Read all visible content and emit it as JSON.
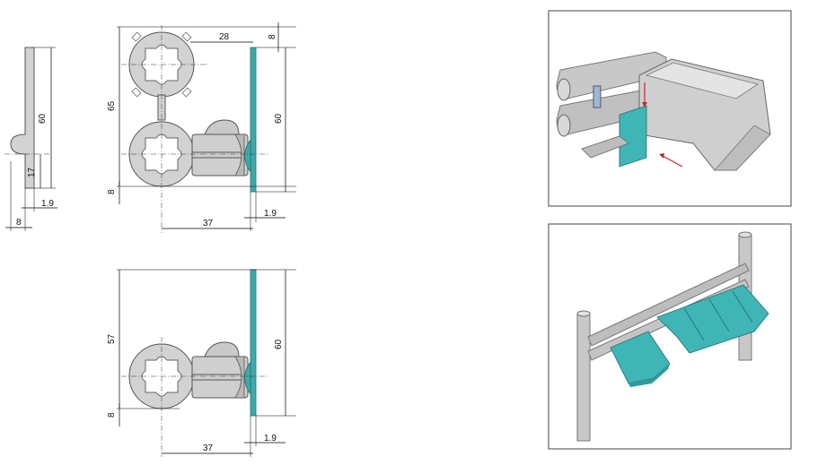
{
  "side_view": {
    "dims": {
      "height": "60",
      "offset": "17",
      "thickness": "1.9",
      "width": "8"
    }
  },
  "top_drawing": {
    "dims": {
      "top_gap": "8",
      "width_top": "28",
      "total_height": "65",
      "panel_height": "60",
      "bottom_gap": "8",
      "length": "37",
      "thickness": "1.9"
    }
  },
  "bottom_drawing": {
    "dims": {
      "total_height": "57",
      "panel_height": "60",
      "bottom_gap": "8",
      "length": "37",
      "thickness": "1.9"
    }
  },
  "colors": {
    "panel": "#3fa9a9",
    "profile": "#d2d2d2",
    "bin": "#cfcfcf",
    "bin_teal": "#40b5b5"
  },
  "photo_top": {
    "subject": "mounting-detail-illustration"
  },
  "photo_bottom": {
    "subject": "rack-with-bins-illustration"
  }
}
